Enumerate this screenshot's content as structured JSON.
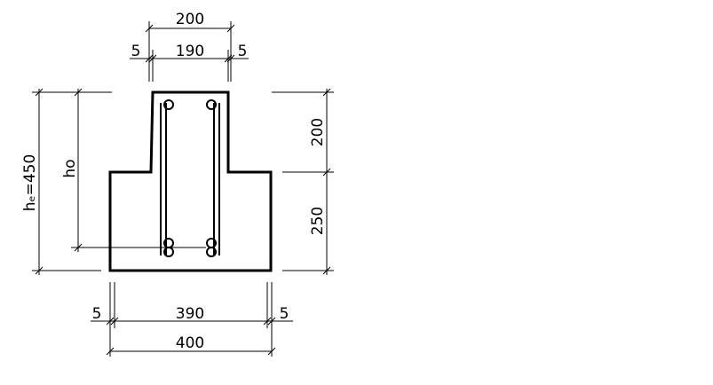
{
  "dimensions": {
    "top_total": "200",
    "top_cover_left": "5",
    "top_inner": "190",
    "top_cover_right": "5",
    "right_upper": "200",
    "right_lower": "250",
    "bottom_cover_left": "5",
    "bottom_inner": "390",
    "bottom_cover_right": "5",
    "bottom_total": "400",
    "left_total": "hₑ=450",
    "effective_depth": "ho"
  },
  "colors": {
    "stroke": "#000000",
    "background": "#ffffff"
  }
}
